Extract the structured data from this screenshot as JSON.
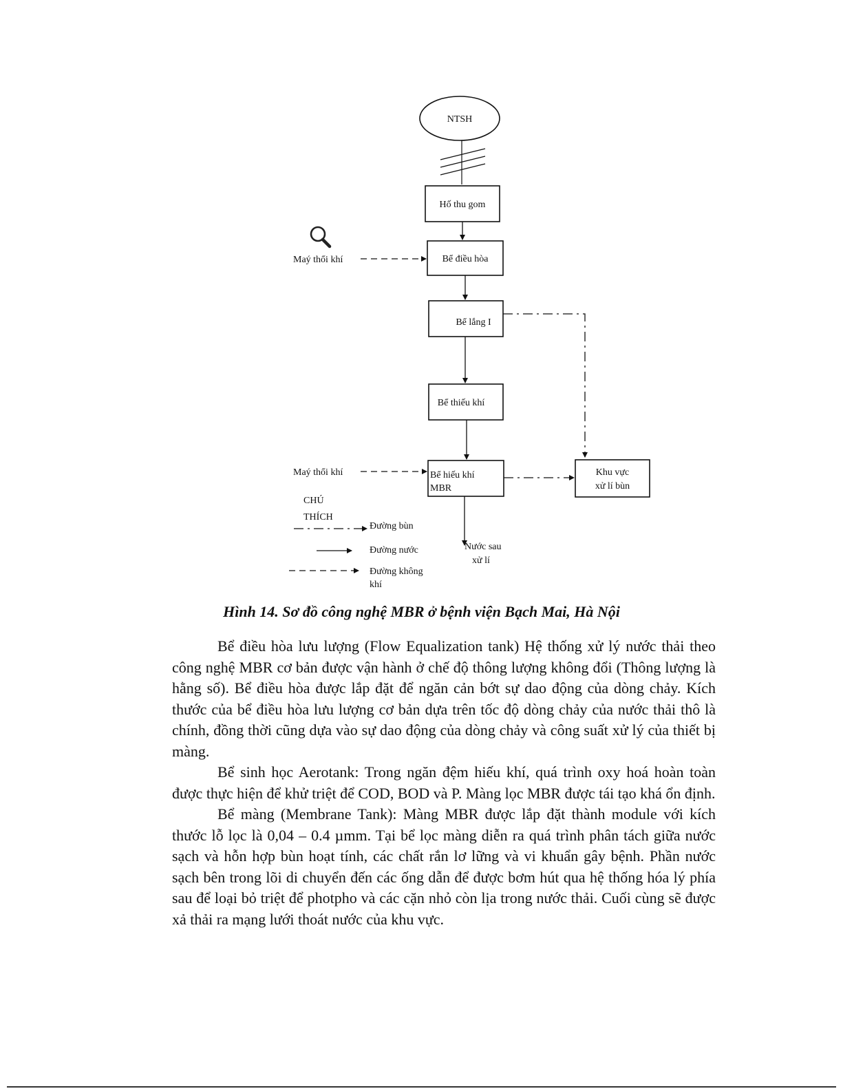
{
  "diagram": {
    "start_node": "NTSH",
    "nodes": {
      "ho_thu_gom": "Hố thu gom",
      "be_dieu_hoa": "Bể điều hòa",
      "be_lang": "Bể lắng I",
      "be_thieu_khi": "Bể thiếu khí",
      "be_hieu_khi_line1": "Bể  hiếu khí",
      "be_hieu_khi_line2": "MBR",
      "khu_vuc_line1": "Khu vực",
      "khu_vuc_line2": "xử lí bùn"
    },
    "blower_1": "Maý thổi khí",
    "blower_2": "Maý thổi khí",
    "output_line1": "Nước sau",
    "output_line2": "xử lí",
    "legend": {
      "title_line1": "CHÚ",
      "title_line2": "THÍCH",
      "sludge": "Đường bùn",
      "water": "Đường nước",
      "air_line1": "Đường không",
      "air_line2": "khí"
    }
  },
  "caption": "Hình 14. Sơ đồ công nghệ MBR ở bệnh viện Bạch Mai, Hà Nội",
  "paragraphs": [
    "Bể điều hòa lưu lượng (Flow Equalization tank) Hệ thống xử lý nước thải theo công nghệ MBR cơ bản được vận hành ở chế độ thông lượng không đổi (Thông lượng là hằng số). Bể điều hòa được lắp đặt để ngăn cản bớt sự dao động của dòng chảy. Kích thước của bể điều hòa lưu lượng cơ bản dựa trên tốc độ dòng chảy của nước thải thô là chính, đồng thời cũng dựa vào sự dao động của dòng chảy và công suất xử lý của thiết bị màng.",
    "Bể sinh học Aerotank: Trong ngăn đệm hiếu khí, quá trình oxy hoá hoàn toàn được thực hiện để khử triệt để COD, BOD và P. Màng lọc MBR được tái tạo khá ổn định.",
    "Bể màng (Membrane Tank): Màng MBR được lắp đặt thành module với kích thước lỗ lọc là 0,04 – 0.4 µmm. Tại bể lọc màng diễn ra quá trình phân tách giữa nước sạch và hỗn hợp bùn hoạt tính, các chất rắn lơ lững và vi khuẩn gây bệnh. Phần nước sạch bên trong lõi di chuyển đến các ống dẫn để được bơm hút qua hệ thống hóa lý phía sau để loại bỏ triệt để photpho và các cặn nhỏ còn lịa trong nước thải. Cuối cùng sẽ được xả thải ra mạng lưới thoát nước của khu vực."
  ]
}
